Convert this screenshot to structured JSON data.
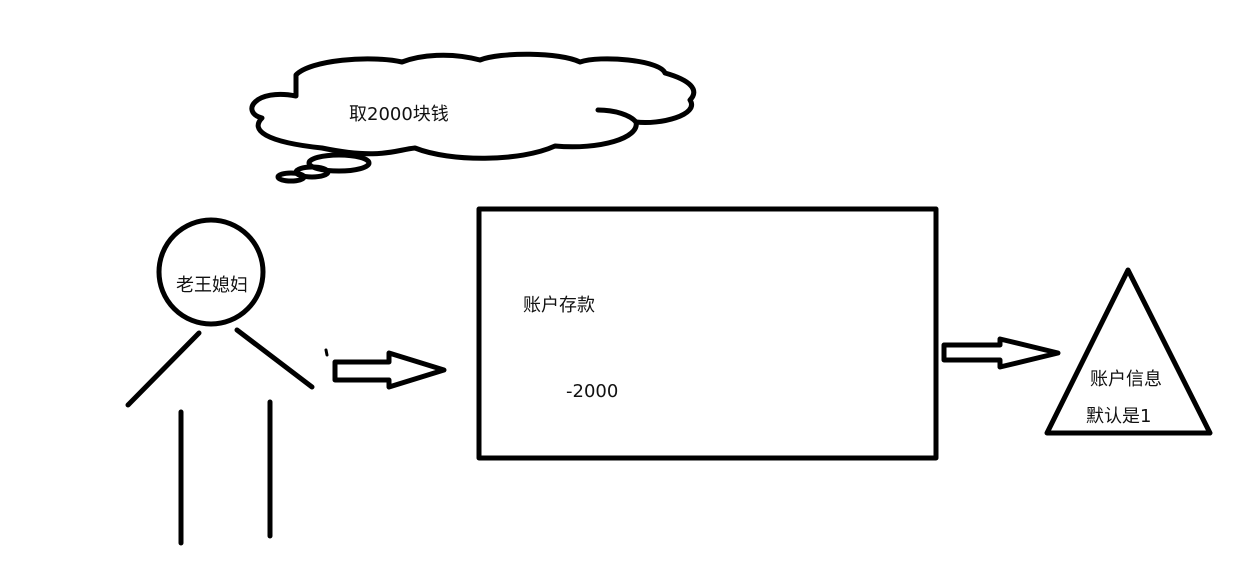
{
  "thought_bubble": {
    "text": "取2000块钱"
  },
  "person": {
    "label": "老王媳妇"
  },
  "account_box": {
    "title": "账户存款",
    "amount": "-2000"
  },
  "account_info": {
    "title": "账户信息",
    "note": "默认是1"
  },
  "colors": {
    "stroke": "#000000",
    "background": "#ffffff"
  }
}
